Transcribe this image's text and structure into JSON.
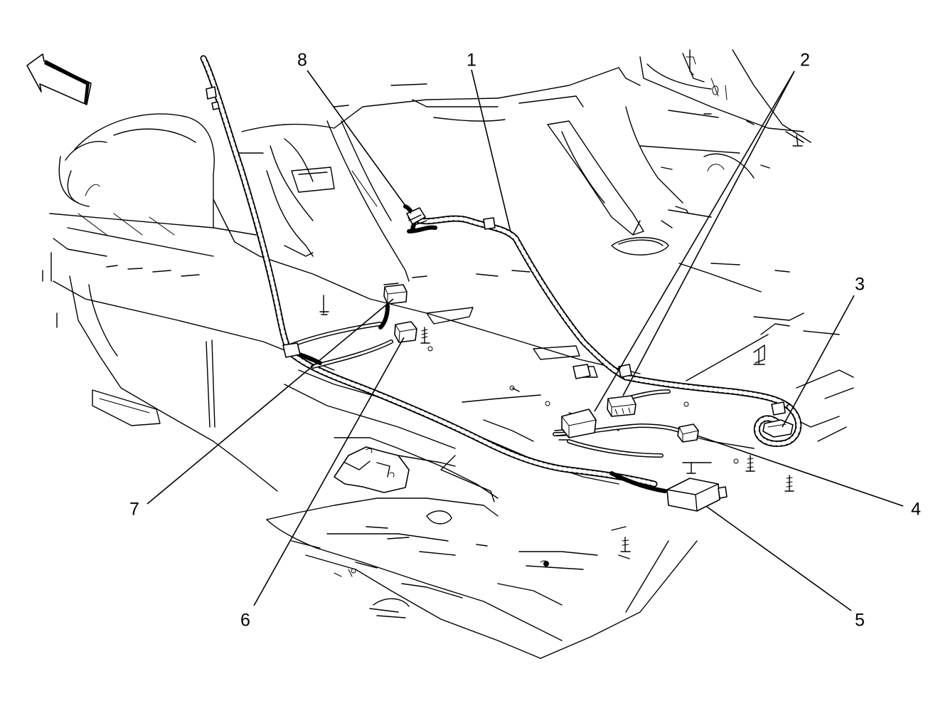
{
  "callouts": [
    {
      "label": "1"
    },
    {
      "label": "2"
    },
    {
      "label": "3"
    },
    {
      "label": "4"
    },
    {
      "label": "5"
    },
    {
      "label": "6"
    },
    {
      "label": "7"
    },
    {
      "label": "8"
    }
  ],
  "icons": {
    "direction_arrow": "front-direction-arrow-icon"
  }
}
